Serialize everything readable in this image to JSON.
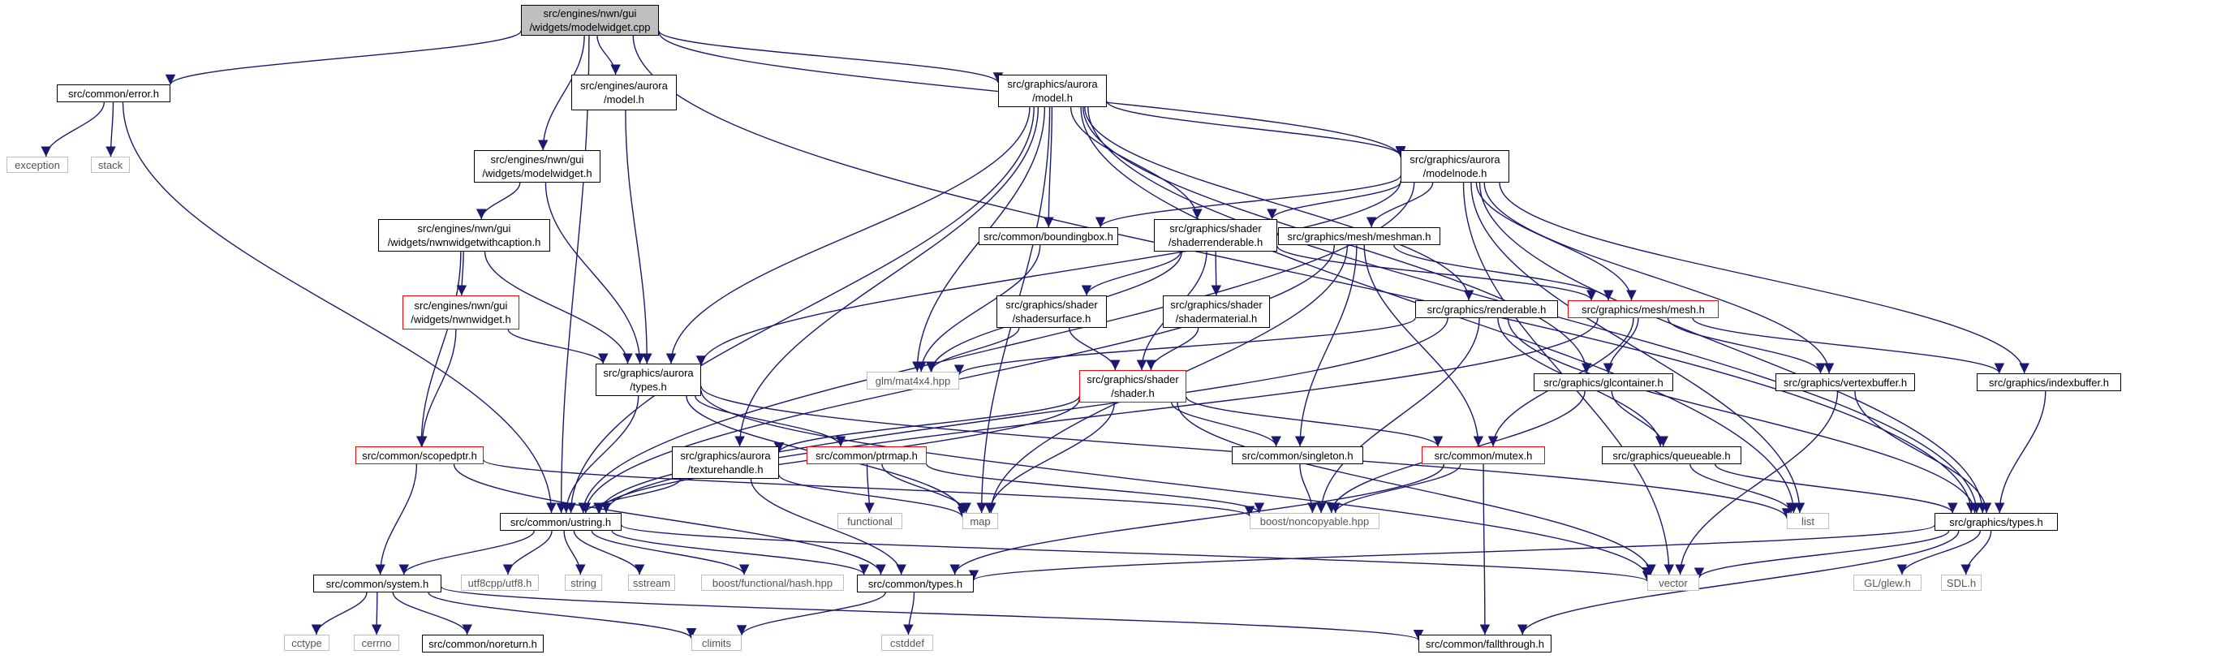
{
  "colors": {
    "edge": "#191970",
    "node_border": "#000000",
    "std_border": "#bfbfbf",
    "incomplete_border": "#ff0000",
    "root_fill": "#bfbfbf"
  },
  "nodes": [
    {
      "id": "modelwidget_cpp",
      "label": "src/engines/nwn/gui\n/widgets/modelwidget.cpp",
      "kind": "root"
    },
    {
      "id": "error_h",
      "label": "src/common/error.h",
      "kind": "normal"
    },
    {
      "id": "exception",
      "label": "exception",
      "kind": "std"
    },
    {
      "id": "stack",
      "label": "stack",
      "kind": "std"
    },
    {
      "id": "aurora_model_h",
      "label": "src/engines/aurora\n/model.h",
      "kind": "normal"
    },
    {
      "id": "gfx_model_h",
      "label": "src/graphics/aurora\n/model.h",
      "kind": "normal"
    },
    {
      "id": "modelwidget_h",
      "label": "src/engines/nwn/gui\n/widgets/modelwidget.h",
      "kind": "normal"
    },
    {
      "id": "modelnode_h",
      "label": "src/graphics/aurora\n/modelnode.h",
      "kind": "normal"
    },
    {
      "id": "nwnwidgetwithcaption_h",
      "label": "src/engines/nwn/gui\n/widgets/nwnwidgetwithcaption.h",
      "kind": "normal"
    },
    {
      "id": "boundingbox_h",
      "label": "src/common/boundingbox.h",
      "kind": "normal"
    },
    {
      "id": "shaderrenderable_h",
      "label": "src/graphics/shader\n/shaderrenderable.h",
      "kind": "normal"
    },
    {
      "id": "meshman_h",
      "label": "src/graphics/mesh/meshman.h",
      "kind": "normal"
    },
    {
      "id": "nwnwidget_h",
      "label": "src/engines/nwn/gui\n/widgets/nwnwidget.h",
      "kind": "red"
    },
    {
      "id": "shadersurface_h",
      "label": "src/graphics/shader\n/shadersurface.h",
      "kind": "normal"
    },
    {
      "id": "shadermaterial_h",
      "label": "src/graphics/shader\n/shadermaterial.h",
      "kind": "normal"
    },
    {
      "id": "renderable_h",
      "label": "src/graphics/renderable.h",
      "kind": "normal"
    },
    {
      "id": "mesh_h",
      "label": "src/graphics/mesh/mesh.h",
      "kind": "red"
    },
    {
      "id": "aurora_types_h",
      "label": "src/graphics/aurora\n/types.h",
      "kind": "normal"
    },
    {
      "id": "mat4x4",
      "label": "glm/mat4x4.hpp",
      "kind": "std"
    },
    {
      "id": "shader_h",
      "label": "src/graphics/shader\n/shader.h",
      "kind": "red"
    },
    {
      "id": "glcontainer_h",
      "label": "src/graphics/glcontainer.h",
      "kind": "normal"
    },
    {
      "id": "vertexbuffer_h",
      "label": "src/graphics/vertexbuffer.h",
      "kind": "normal"
    },
    {
      "id": "indexbuffer_h",
      "label": "src/graphics/indexbuffer.h",
      "kind": "normal"
    },
    {
      "id": "scopedptr_h",
      "label": "src/common/scopedptr.h",
      "kind": "red"
    },
    {
      "id": "texturehandle_h",
      "label": "src/graphics/aurora\n/texturehandle.h",
      "kind": "normal"
    },
    {
      "id": "ptrmap_h",
      "label": "src/common/ptrmap.h",
      "kind": "red"
    },
    {
      "id": "singleton_h",
      "label": "src/common/singleton.h",
      "kind": "normal"
    },
    {
      "id": "mutex_h",
      "label": "src/common/mutex.h",
      "kind": "red"
    },
    {
      "id": "queueable_h",
      "label": "src/graphics/queueable.h",
      "kind": "normal"
    },
    {
      "id": "functional",
      "label": "functional",
      "kind": "std"
    },
    {
      "id": "map",
      "label": "map",
      "kind": "std"
    },
    {
      "id": "ustring_h",
      "label": "src/common/ustring.h",
      "kind": "normal"
    },
    {
      "id": "noncopyable",
      "label": "boost/noncopyable.hpp",
      "kind": "std"
    },
    {
      "id": "list",
      "label": "list",
      "kind": "std"
    },
    {
      "id": "gfx_types_h",
      "label": "src/graphics/types.h",
      "kind": "normal"
    },
    {
      "id": "system_h",
      "label": "src/common/system.h",
      "kind": "normal"
    },
    {
      "id": "utf8",
      "label": "utf8cpp/utf8.h",
      "kind": "std"
    },
    {
      "id": "string",
      "label": "string",
      "kind": "std"
    },
    {
      "id": "sstream",
      "label": "sstream",
      "kind": "std"
    },
    {
      "id": "hash",
      "label": "boost/functional/hash.hpp",
      "kind": "std"
    },
    {
      "id": "common_types_h",
      "label": "src/common/types.h",
      "kind": "normal"
    },
    {
      "id": "vector",
      "label": "vector",
      "kind": "std"
    },
    {
      "id": "glew",
      "label": "GL/glew.h",
      "kind": "std"
    },
    {
      "id": "sdl",
      "label": "SDL.h",
      "kind": "std"
    },
    {
      "id": "cctype",
      "label": "cctype",
      "kind": "std"
    },
    {
      "id": "cerrno",
      "label": "cerrno",
      "kind": "std"
    },
    {
      "id": "noreturn_h",
      "label": "src/common/noreturn.h",
      "kind": "normal"
    },
    {
      "id": "climits",
      "label": "climits",
      "kind": "std"
    },
    {
      "id": "cstddef",
      "label": "cstddef",
      "kind": "std"
    },
    {
      "id": "fallthrough_h",
      "label": "src/common/fallthrough.h",
      "kind": "normal"
    }
  ],
  "edges": [
    [
      "modelwidget_cpp",
      "error_h"
    ],
    [
      "modelwidget_cpp",
      "aurora_model_h"
    ],
    [
      "modelwidget_cpp",
      "gfx_model_h"
    ],
    [
      "modelwidget_cpp",
      "modelwidget_h"
    ],
    [
      "modelwidget_cpp",
      "modelnode_h"
    ],
    [
      "modelwidget_cpp",
      "ustring_h"
    ],
    [
      "modelwidget_cpp",
      "gfx_types_h"
    ],
    [
      "error_h",
      "exception"
    ],
    [
      "error_h",
      "stack"
    ],
    [
      "error_h",
      "ustring_h"
    ],
    [
      "aurora_model_h",
      "aurora_types_h"
    ],
    [
      "gfx_model_h",
      "modelnode_h"
    ],
    [
      "gfx_model_h",
      "boundingbox_h"
    ],
    [
      "gfx_model_h",
      "shaderrenderable_h"
    ],
    [
      "gfx_model_h",
      "renderable_h"
    ],
    [
      "gfx_model_h",
      "glcontainer_h"
    ],
    [
      "gfx_model_h",
      "aurora_types_h"
    ],
    [
      "gfx_model_h",
      "mat4x4"
    ],
    [
      "gfx_model_h",
      "map"
    ],
    [
      "gfx_model_h",
      "list"
    ],
    [
      "gfx_model_h",
      "ustring_h"
    ],
    [
      "gfx_model_h",
      "gfx_types_h"
    ],
    [
      "gfx_model_h",
      "texturehandle_h"
    ],
    [
      "modelwidget_h",
      "nwnwidgetwithcaption_h"
    ],
    [
      "modelwidget_h",
      "aurora_types_h"
    ],
    [
      "modelnode_h",
      "boundingbox_h"
    ],
    [
      "modelnode_h",
      "shaderrenderable_h"
    ],
    [
      "modelnode_h",
      "meshman_h"
    ],
    [
      "modelnode_h",
      "mesh_h"
    ],
    [
      "modelnode_h",
      "vertexbuffer_h"
    ],
    [
      "modelnode_h",
      "indexbuffer_h"
    ],
    [
      "modelnode_h",
      "aurora_types_h"
    ],
    [
      "modelnode_h",
      "list"
    ],
    [
      "modelnode_h",
      "vector"
    ],
    [
      "modelnode_h",
      "gfx_types_h"
    ],
    [
      "modelnode_h",
      "ustring_h"
    ],
    [
      "nwnwidgetwithcaption_h",
      "nwnwidget_h"
    ],
    [
      "nwnwidgetwithcaption_h",
      "aurora_types_h"
    ],
    [
      "nwnwidgetwithcaption_h",
      "scopedptr_h"
    ],
    [
      "boundingbox_h",
      "mat4x4"
    ],
    [
      "shaderrenderable_h",
      "shadersurface_h"
    ],
    [
      "shaderrenderable_h",
      "shadermaterial_h"
    ],
    [
      "shaderrenderable_h",
      "shader_h"
    ],
    [
      "shaderrenderable_h",
      "mesh_h"
    ],
    [
      "shaderrenderable_h",
      "mat4x4"
    ],
    [
      "meshman_h",
      "mesh_h"
    ],
    [
      "meshman_h",
      "singleton_h"
    ],
    [
      "meshman_h",
      "mutex_h"
    ],
    [
      "meshman_h",
      "map"
    ],
    [
      "meshman_h",
      "ustring_h"
    ],
    [
      "nwnwidget_h",
      "aurora_types_h"
    ],
    [
      "nwnwidget_h",
      "scopedptr_h"
    ],
    [
      "shadersurface_h",
      "shader_h"
    ],
    [
      "shadersurface_h",
      "mat4x4"
    ],
    [
      "shadermaterial_h",
      "shader_h"
    ],
    [
      "renderable_h",
      "mat4x4"
    ],
    [
      "renderable_h",
      "queueable_h"
    ],
    [
      "renderable_h",
      "gfx_types_h"
    ],
    [
      "renderable_h",
      "noncopyable"
    ],
    [
      "renderable_h",
      "ustring_h"
    ],
    [
      "mesh_h",
      "glcontainer_h"
    ],
    [
      "mesh_h",
      "vertexbuffer_h"
    ],
    [
      "mesh_h",
      "indexbuffer_h"
    ],
    [
      "mesh_h",
      "mutex_h"
    ],
    [
      "mesh_h",
      "ustring_h"
    ],
    [
      "aurora_types_h",
      "ptrmap_h"
    ],
    [
      "aurora_types_h",
      "map"
    ],
    [
      "aurora_types_h",
      "list"
    ],
    [
      "aurora_types_h",
      "ustring_h"
    ],
    [
      "aurora_types_h",
      "vector"
    ],
    [
      "shader_h",
      "texturehandle_h"
    ],
    [
      "shader_h",
      "singleton_h"
    ],
    [
      "shader_h",
      "mutex_h"
    ],
    [
      "shader_h",
      "map"
    ],
    [
      "shader_h",
      "ustring_h"
    ],
    [
      "shader_h",
      "vector"
    ],
    [
      "glcontainer_h",
      "queueable_h"
    ],
    [
      "glcontainer_h",
      "noncopyable"
    ],
    [
      "vertexbuffer_h",
      "gfx_types_h"
    ],
    [
      "vertexbuffer_h",
      "vector"
    ],
    [
      "indexbuffer_h",
      "gfx_types_h"
    ],
    [
      "scopedptr_h",
      "noncopyable"
    ],
    [
      "scopedptr_h",
      "system_h"
    ],
    [
      "scopedptr_h",
      "common_types_h"
    ],
    [
      "texturehandle_h",
      "ustring_h"
    ],
    [
      "texturehandle_h",
      "map"
    ],
    [
      "texturehandle_h",
      "common_types_h"
    ],
    [
      "ptrmap_h",
      "functional"
    ],
    [
      "ptrmap_h",
      "map"
    ],
    [
      "ptrmap_h",
      "noncopyable"
    ],
    [
      "singleton_h",
      "noncopyable"
    ],
    [
      "mutex_h",
      "noncopyable"
    ],
    [
      "mutex_h",
      "common_types_h"
    ],
    [
      "mutex_h",
      "fallthrough_h"
    ],
    [
      "queueable_h",
      "list"
    ],
    [
      "queueable_h",
      "gfx_types_h"
    ],
    [
      "ustring_h",
      "system_h"
    ],
    [
      "ustring_h",
      "utf8"
    ],
    [
      "ustring_h",
      "string"
    ],
    [
      "ustring_h",
      "sstream"
    ],
    [
      "ustring_h",
      "hash"
    ],
    [
      "ustring_h",
      "common_types_h"
    ],
    [
      "ustring_h",
      "vector"
    ],
    [
      "gfx_types_h",
      "common_types_h"
    ],
    [
      "gfx_types_h",
      "vector"
    ],
    [
      "gfx_types_h",
      "glew"
    ],
    [
      "gfx_types_h",
      "sdl"
    ],
    [
      "gfx_types_h",
      "fallthrough_h"
    ],
    [
      "system_h",
      "cctype"
    ],
    [
      "system_h",
      "cerrno"
    ],
    [
      "system_h",
      "noreturn_h"
    ],
    [
      "system_h",
      "climits"
    ],
    [
      "system_h",
      "fallthrough_h"
    ],
    [
      "common_types_h",
      "climits"
    ],
    [
      "common_types_h",
      "cstddef"
    ]
  ]
}
